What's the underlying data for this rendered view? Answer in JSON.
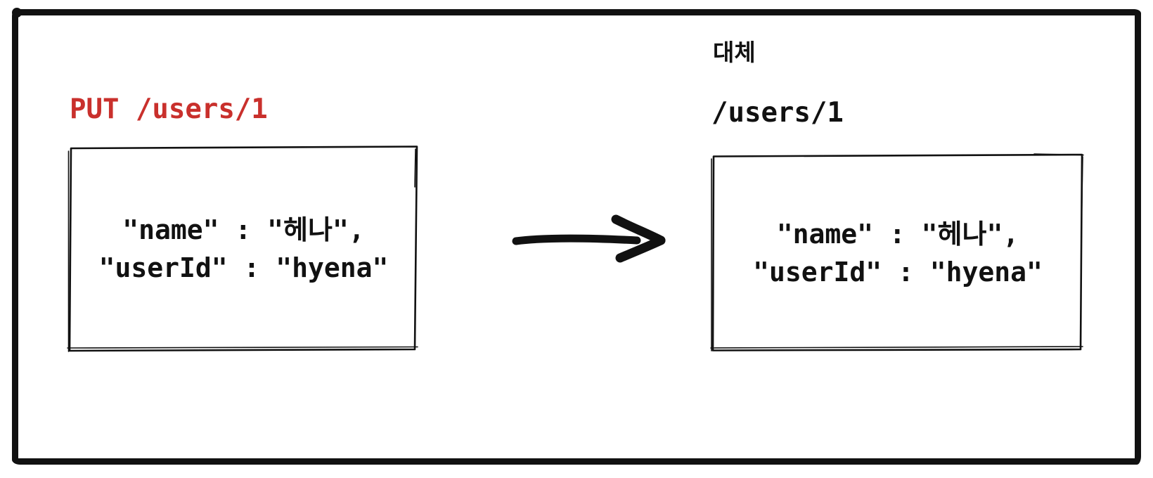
{
  "request": {
    "label": "PUT /users/1",
    "body": [
      "\"name\" : \"헤나\",",
      "\"userId\" : \"hyena\""
    ]
  },
  "result": {
    "caption": "대체",
    "path": "/users/1",
    "body": [
      "\"name\" : \"헤나\",",
      "\"userId\" : \"hyena\""
    ]
  },
  "icons": {
    "arrow": "arrow-right-icon"
  },
  "colors": {
    "ink": "#111111",
    "accent_red": "#c9302c",
    "background": "#ffffff"
  }
}
